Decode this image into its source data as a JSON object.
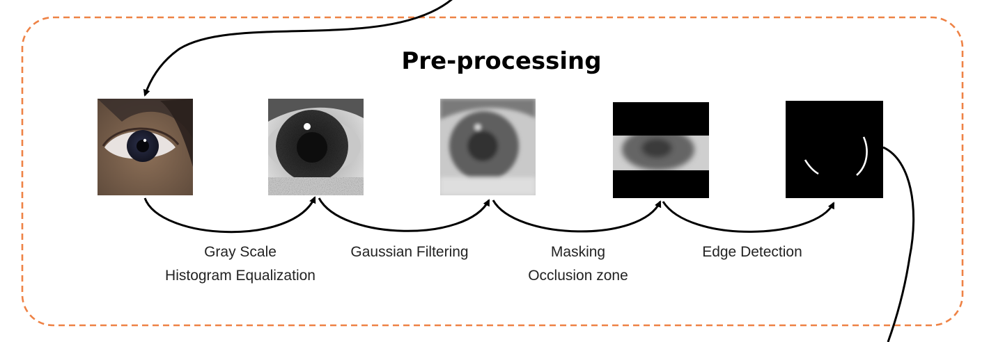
{
  "title": "Pre-processing",
  "colors": {
    "frame": "#ee8245",
    "arrow": "#000000"
  },
  "steps": [
    {
      "id": "input-eye",
      "image": "color-eye-icon"
    },
    {
      "id": "histogram-eye",
      "image": "grayscale-eye-icon"
    },
    {
      "id": "gaussian-eye",
      "image": "blurred-eye-icon"
    },
    {
      "id": "masked-eye",
      "image": "masked-eye-icon"
    },
    {
      "id": "edge-map",
      "image": "edge-map-icon"
    }
  ],
  "transitions": [
    {
      "lines": [
        "Gray Scale",
        "Histogram Equalization"
      ]
    },
    {
      "lines": [
        "Gaussian Filtering"
      ]
    },
    {
      "lines": [
        "Masking",
        "Occlusion zone"
      ]
    },
    {
      "lines": [
        "Edge Detection"
      ]
    }
  ]
}
